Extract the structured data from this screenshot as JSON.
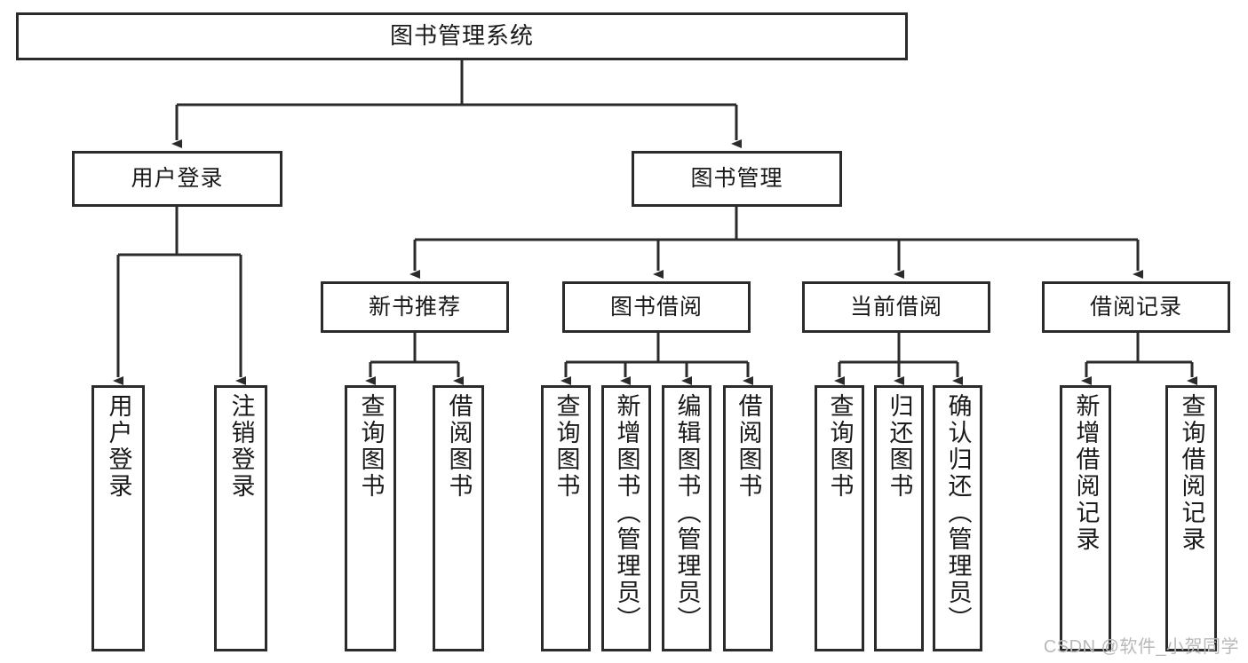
{
  "diagram": {
    "title": "图书管理系统",
    "type": "tree-hierarchy-diagram",
    "colors": {
      "box_border": "#2b2b2b",
      "box_fill": "#ffffff",
      "edge": "#2b2b2b",
      "background": "#ffffff",
      "watermark": "#b9b9b9"
    },
    "root": {
      "label": "图书管理系统"
    },
    "level2": [
      {
        "label": "用户登录"
      },
      {
        "label": "图书管理"
      }
    ],
    "level3": [
      {
        "label": "新书推荐"
      },
      {
        "label": "图书借阅"
      },
      {
        "label": "当前借阅"
      },
      {
        "label": "借阅记录"
      }
    ],
    "leaves": {
      "user_login": [
        {
          "label": "用户登录"
        },
        {
          "label": "注销登录"
        }
      ],
      "new_book_recommend": [
        {
          "label": "查询图书"
        },
        {
          "label": "借阅图书"
        }
      ],
      "book_borrow": [
        {
          "label": "查询图书"
        },
        {
          "label": "新增图书（管理员）"
        },
        {
          "label": "编辑图书（管理员）"
        },
        {
          "label": "借阅图书"
        }
      ],
      "current_borrow": [
        {
          "label": "查询图书"
        },
        {
          "label": "归还图书"
        },
        {
          "label": "确认归还（管理员）"
        }
      ],
      "borrow_record": [
        {
          "label": "新增借阅记录"
        },
        {
          "label": "查询借阅记录"
        }
      ]
    },
    "watermark": "CSDN @软件_小贺同学"
  }
}
